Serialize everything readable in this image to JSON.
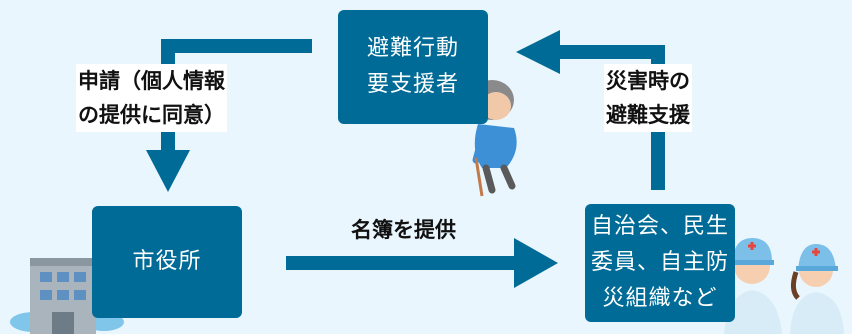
{
  "nodes": {
    "top": [
      "避難行動",
      "要支援者"
    ],
    "left": [
      "市役所"
    ],
    "right": [
      "自治会、民生",
      "委員、自主防",
      "災組織など"
    ]
  },
  "edge_labels": {
    "apply": [
      "申請（個人情報",
      "の提供に同意）"
    ],
    "list": "名簿を提供",
    "evac": [
      "災害時の",
      "避難支援"
    ]
  },
  "icons": {
    "top": "elderly-person-with-cane-icon",
    "left": "city-hall-building-icon",
    "right": "volunteers-in-helmets-icon"
  },
  "colors": {
    "background": "#e9f6fd",
    "node": "#006b96",
    "arrow": "#006b96",
    "text_on_node": "#ffffff"
  }
}
